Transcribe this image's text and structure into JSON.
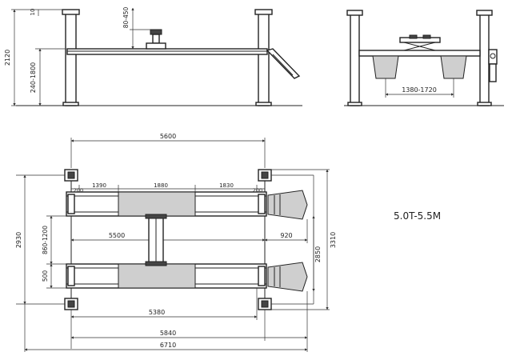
{
  "model_label": "5.0T-5.5M",
  "side_view": {
    "top_offset": "10",
    "saddle_travel": "80-450",
    "total_height": "2120",
    "runway_height": "240-1800"
  },
  "end_view": {
    "track_width": "1380-1720"
  },
  "plan_view": {
    "overall_outer": "5600",
    "seg_edge_left": "200",
    "seg_left": "1390",
    "seg_mid": "1880",
    "seg_right": "1830",
    "seg_edge_right": "200",
    "inner_length": "5500",
    "ramp_length": "920",
    "bottom_inner": "5380",
    "bottom_middle": "5840",
    "bottom_overall": "6710",
    "total_width": "2930",
    "runway_span": "860-1200",
    "runway_width": "500",
    "right_inner": "2850",
    "right_outer": "3310"
  }
}
